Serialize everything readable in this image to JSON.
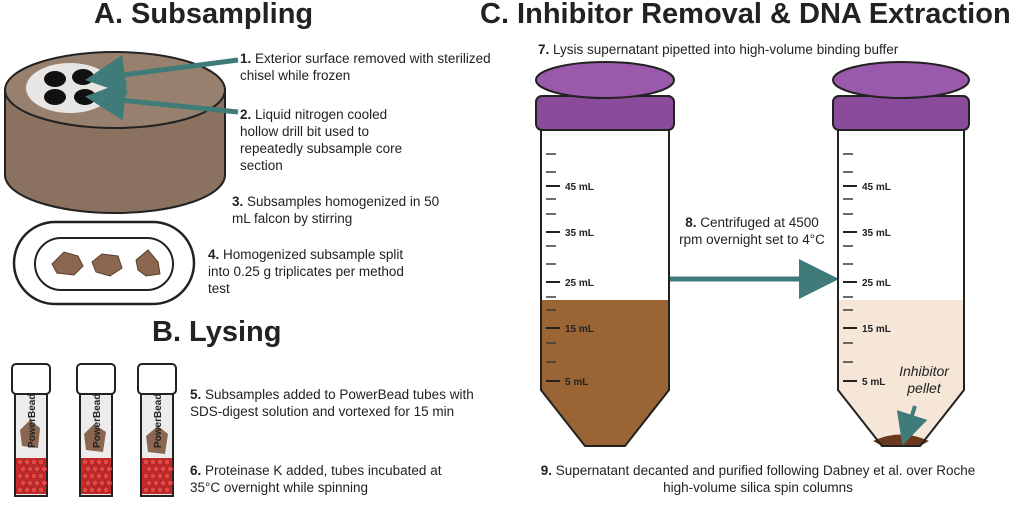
{
  "sections": {
    "a_title": "A. Subsampling",
    "b_title": "B. Lysing",
    "c_title": "C. Inhibitor Removal & DNA Extraction"
  },
  "steps": [
    {
      "num": "1.",
      "text": "Exterior surface removed with sterilized chisel while frozen"
    },
    {
      "num": "2.",
      "text": "Liquid nitrogen cooled hollow drill bit used to repeatedly subsample core section"
    },
    {
      "num": "3.",
      "text": "Subsamples homogenized in 50 mL falcon by stirring"
    },
    {
      "num": "4.",
      "text": "Homogenized subsample split into 0.25 g triplicates per method test"
    },
    {
      "num": "5.",
      "text": "Subsamples added to PowerBead tubes with SDS-digest solution and vortexed for 15 min"
    },
    {
      "num": "6.",
      "text": "Proteinase K added, tubes incubated at 35°C overnight while spinning"
    },
    {
      "num": "7.",
      "text": "Lysis supernatant pipetted into high-volume binding buffer"
    },
    {
      "num": "8.",
      "text": "Centrifuged at 4500 rpm overnight set to 4°C"
    },
    {
      "num": "9.",
      "text": "Supernatant decanted and purified following Dabney et al. over Roche high-volume silica spin columns"
    }
  ],
  "tube_label": "PowerBead",
  "falcon_ticks": [
    "45 mL",
    "35 mL",
    "25 mL",
    "15 mL",
    "5 mL"
  ],
  "pellet_label": "Inhibitor pellet",
  "colors": {
    "core_brown": "#8b7160",
    "sediment": "#9a6434",
    "cleared": "#f5e6d8",
    "cap": "#8a4c9a",
    "arrow": "#3f7b78",
    "bead": "#cc2a2a"
  }
}
